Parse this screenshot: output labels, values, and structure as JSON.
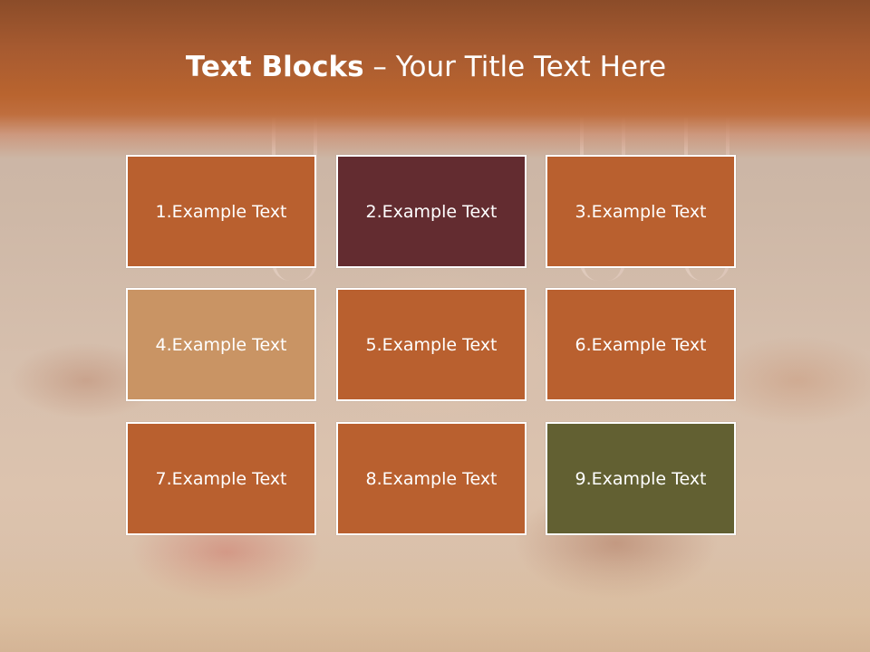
{
  "slide": {
    "title_bold": "Text Blocks",
    "title_separator": " – ",
    "title_rest": "Your Title Text Here"
  },
  "colors": {
    "header_band": "#b9642f",
    "block_default": "#b9602f",
    "block_maroon": "#632c30",
    "block_tan": "#c99464",
    "block_olive": "#626032",
    "text": "#ffffff"
  },
  "blocks": [
    {
      "label": "1.Example Text",
      "color": "#b9602f"
    },
    {
      "label": "2.Example Text",
      "color": "#632c30"
    },
    {
      "label": "3.Example Text",
      "color": "#b9602f"
    },
    {
      "label": "4.Example Text",
      "color": "#c99464"
    },
    {
      "label": "5.Example Text",
      "color": "#b9602f"
    },
    {
      "label": "6.Example Text",
      "color": "#b9602f"
    },
    {
      "label": "7.Example Text",
      "color": "#b9602f"
    },
    {
      "label": "8.Example Text",
      "color": "#b9602f"
    },
    {
      "label": "9.Example Text",
      "color": "#626032"
    }
  ]
}
